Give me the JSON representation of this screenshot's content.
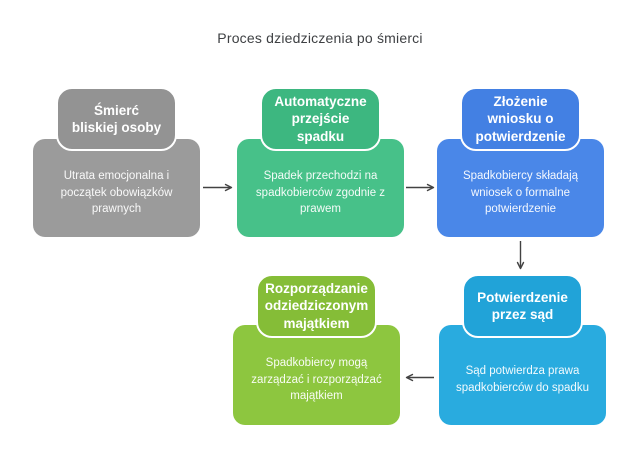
{
  "diagram": {
    "title": "Proces dziedziczenia po śmierci"
  },
  "steps": [
    {
      "title": "Śmierć\nbliskiej osoby",
      "description": "Utrata emocjonalna i\npoczątek obowiązków\nprawnych",
      "fill": "#9b9b9b",
      "header_fill": "#939393"
    },
    {
      "title": "Automatyczne\nprzejście\nspadku",
      "description": "Spadek przechodzi na\nspadkobierców zgodnie z\nprawem",
      "fill": "#47c189",
      "header_fill": "#3db780"
    },
    {
      "title": "Złożenie\nwniosku o\npotwierdzenie",
      "description": "Spadkobiercy składają\nwniosek o formalne\npotwierdzenie",
      "fill": "#4a87e8",
      "header_fill": "#4380e3"
    },
    {
      "title": "Potwierdzenie\nprzez sąd",
      "description": "Sąd potwierdza prawa\nspadkobierców do spadku",
      "fill": "#29abdf",
      "header_fill": "#21a3d8"
    },
    {
      "title": "Rozporządzanie\nodziedziczonym\nmajątkiem",
      "description": "Spadkobiercy mogą\nzarządzać i rozporządzać\nmajątkiem",
      "fill": "#8dc63f",
      "header_fill": "#85bd37"
    }
  ],
  "colors": {
    "background": "#ffffff",
    "title_text": "#3e4043",
    "arrow": "#424242"
  }
}
